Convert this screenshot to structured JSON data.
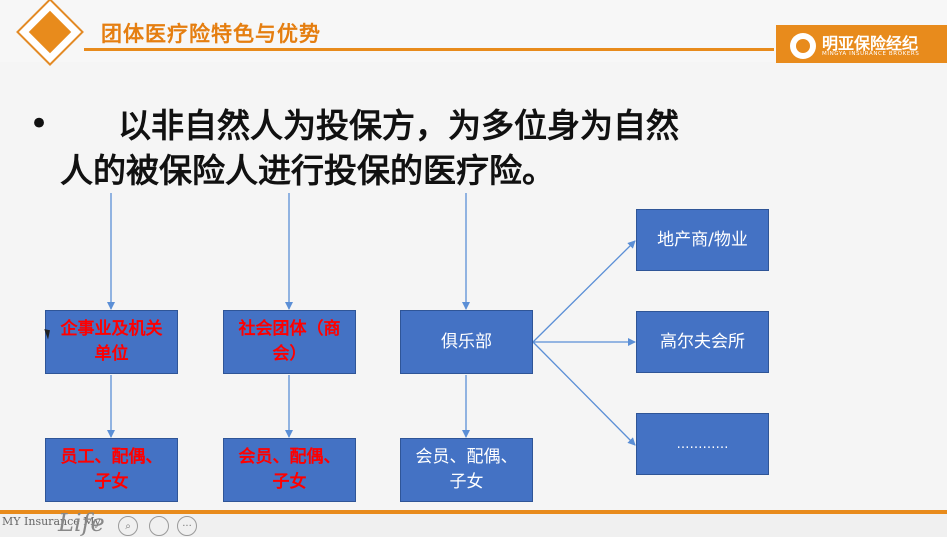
{
  "slide": {
    "title": "团体医疗险特色与优势",
    "headline_line1": "以非自然人为投保方，为多位身为自然",
    "headline_line2": "人的被保险人进行投保的医疗险。",
    "bullet": "•"
  },
  "logo": {
    "name_cn": "明亚保险经纪",
    "name_en": "MINGYA INSURANCE BROKERS"
  },
  "diagram": {
    "policyholders": [
      {
        "label_line1": "企事业及机关",
        "label_line2": "单位"
      },
      {
        "label_line1": "社会团体（商",
        "label_line2": "会）"
      },
      {
        "label_line1": "俱乐部",
        "label_line2": ""
      }
    ],
    "insured": [
      {
        "label_line1": "员工、配偶、",
        "label_line2": "子女"
      },
      {
        "label_line1": "会员、配偶、",
        "label_line2": "子女"
      },
      {
        "label_line1": "会员、配偶、",
        "label_line2": "子女"
      }
    ],
    "club_examples": [
      {
        "label": "地产商/物业"
      },
      {
        "label": "高尔夫会所"
      },
      {
        "label": "…………"
      }
    ]
  },
  "footer": {
    "brand_text": "MY Insurance My",
    "brand_script": "Life"
  },
  "colors": {
    "accent": "#e88b1c",
    "box_fill": "#4472c4",
    "box_border": "#2f5597",
    "arrow": "#5b8fd6",
    "red_text": "#ff0000"
  }
}
